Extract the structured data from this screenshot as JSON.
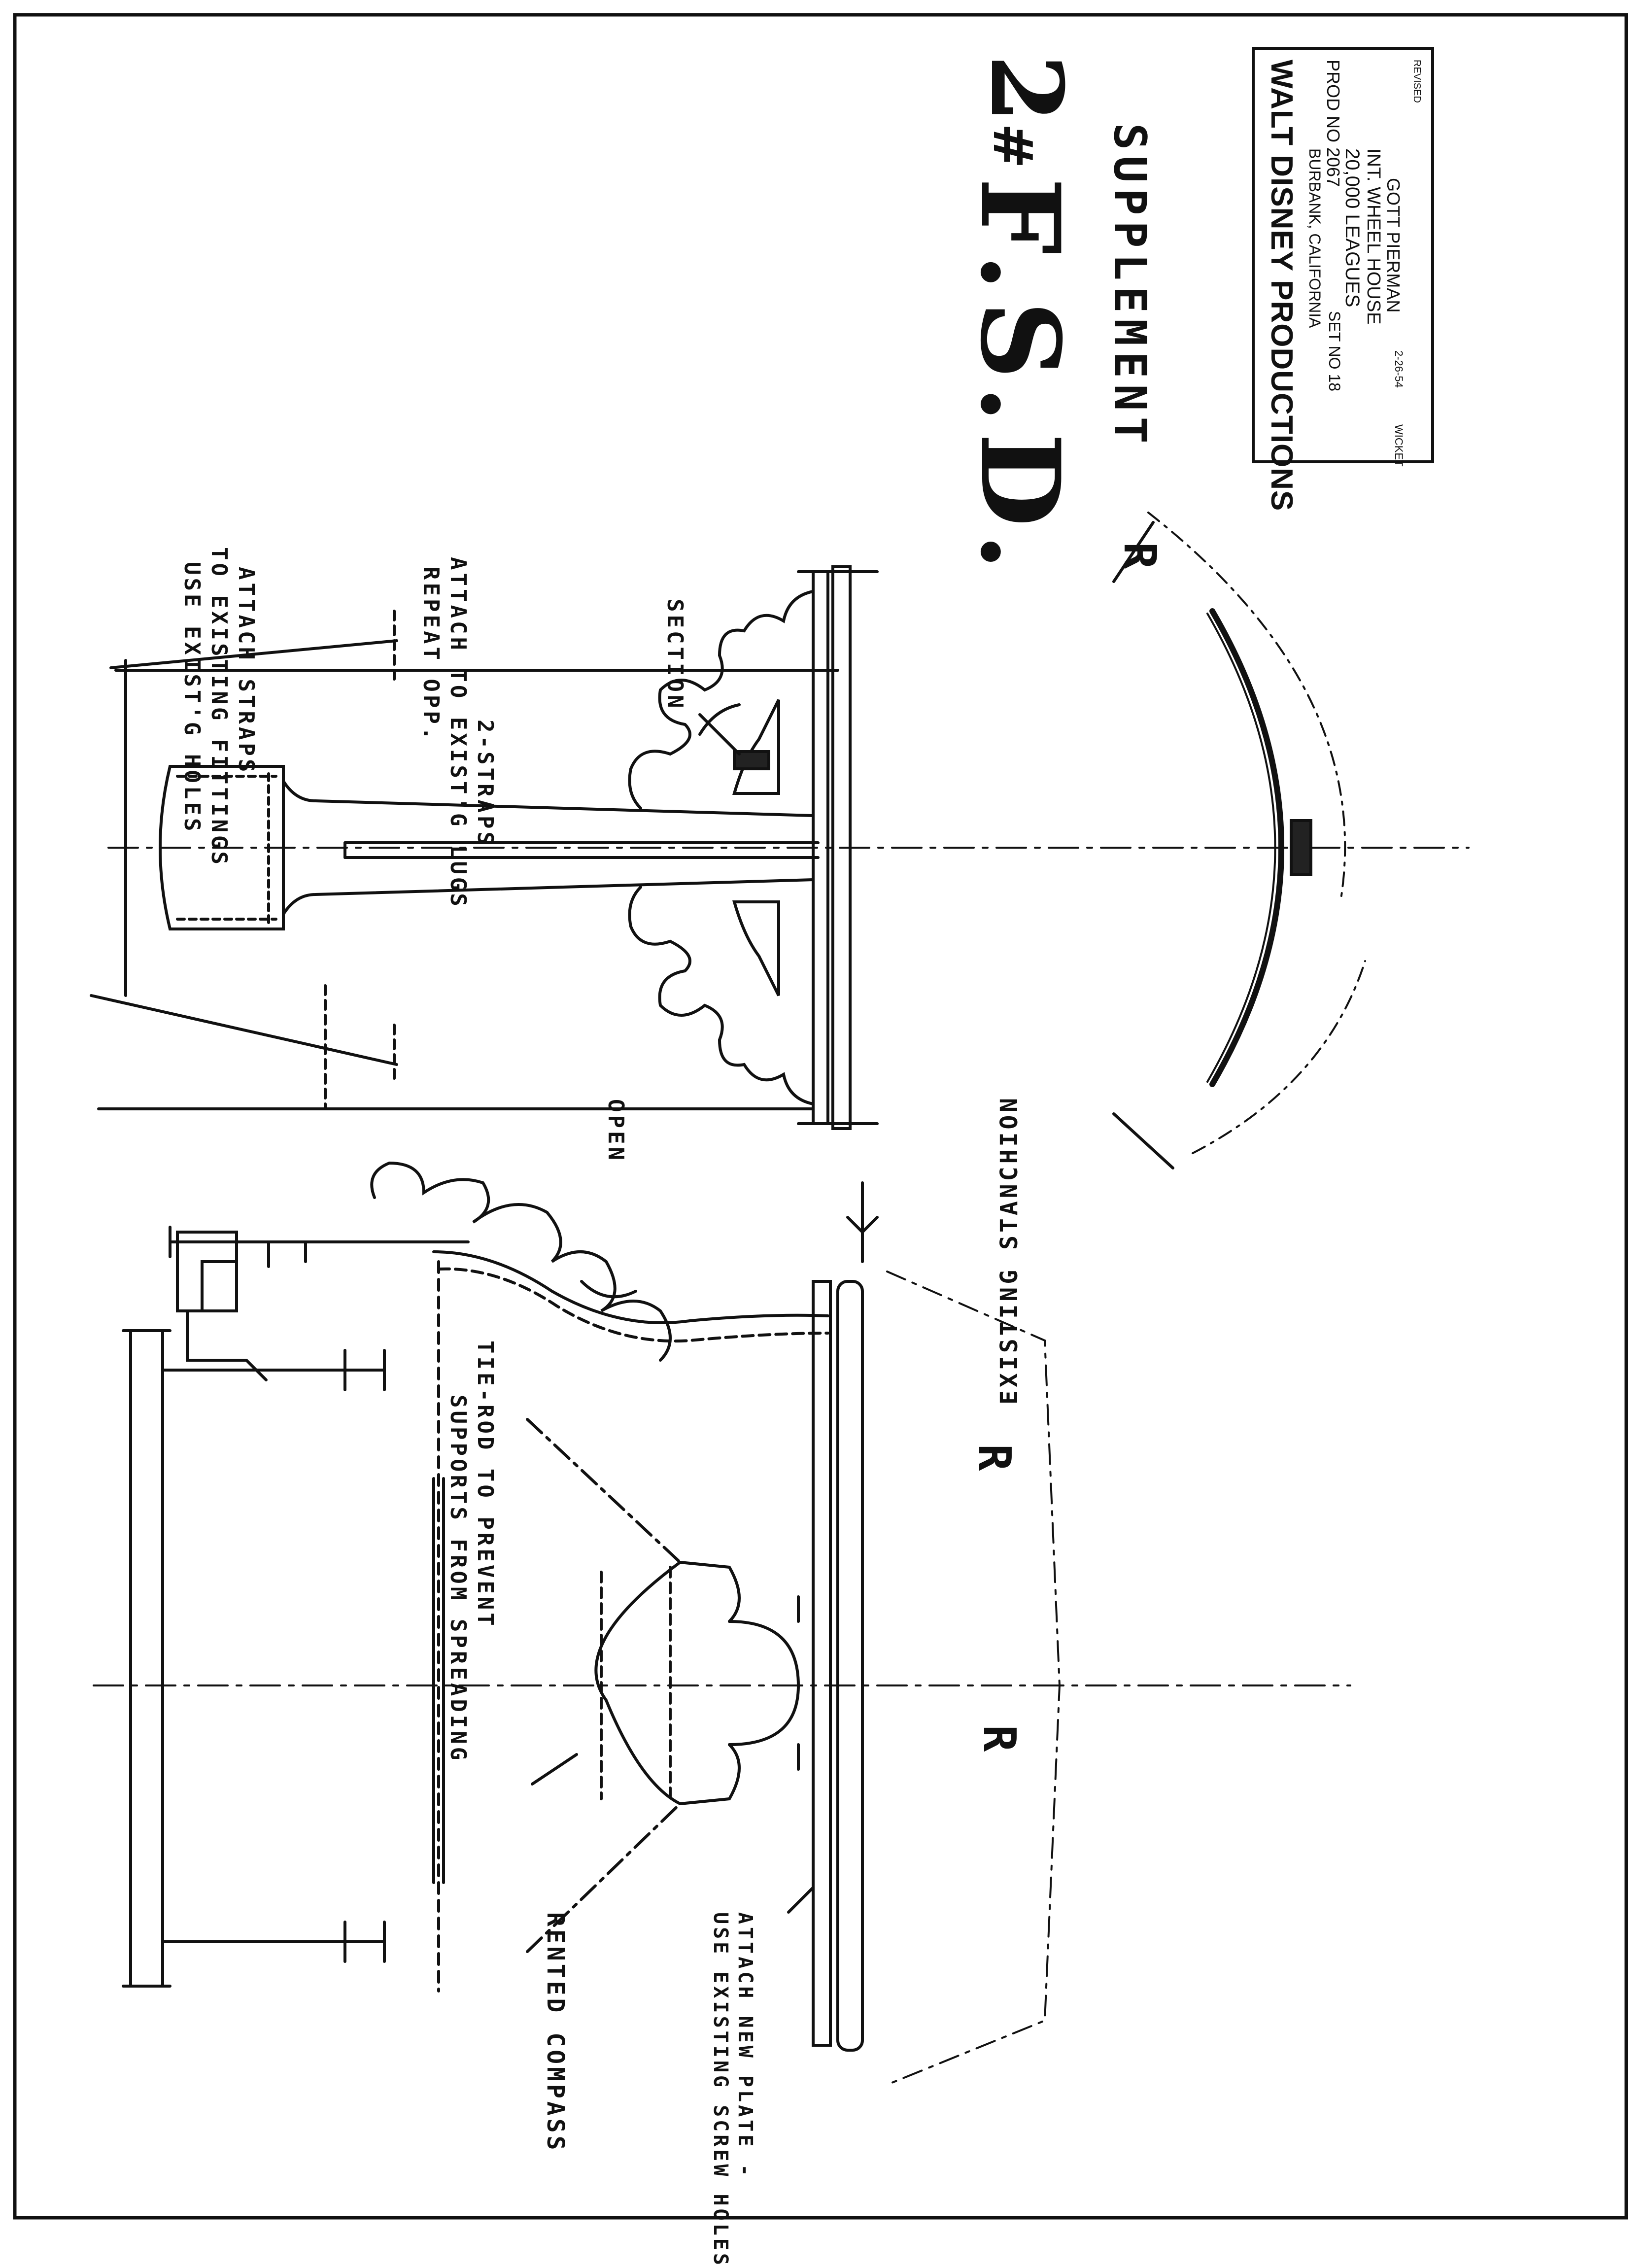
{
  "title_block": {
    "company": "WALT DISNEY PRODUCTIONS",
    "location": "BURBANK, CALIFORNIA",
    "prod_no": "PROD NO 2067",
    "set_no": "SET NO 18",
    "picture": "20,000 LEAGUES",
    "set_name": "INT. WHEEL HOUSE",
    "artist": "GOTT PIERMAN",
    "date": "2-26-54",
    "small_1": "WICKET",
    "small_2": "REVISED"
  },
  "heading": {
    "mark": "F.S.D.",
    "number": "2",
    "hash": "#",
    "supplement": "SUPPLEMENT"
  },
  "notes": {
    "attach_straps": "ATTACH STRAPS",
    "existing_fittings": "TO EXISTING FITTINGS",
    "use_existing_holes": "USE EXIST'G HOLES",
    "straps": "2-STRAPS",
    "attach_lugs": "ATTACH TO EXIST'G LUGS",
    "repeat_opp": "REPEAT OPP.",
    "section": "SECTION",
    "open": "OPEN",
    "existing_stanchion": "EXISTING STANCHION",
    "tie_rod_1": "TIE-ROD TO PREVENT",
    "tie_rod_2": "SUPPORTS FROM SPREADING",
    "rented_compass": "RENTED COMPASS",
    "attach_plate_1": "ATTACH NEW PLATE -",
    "attach_plate_2": "USE EXISTING SCREW HOLES"
  },
  "radius_marks": [
    "R",
    "R",
    "R"
  ],
  "colors": {
    "ink": "#111111",
    "paper": "#ffffff",
    "hatch": "#222222"
  }
}
